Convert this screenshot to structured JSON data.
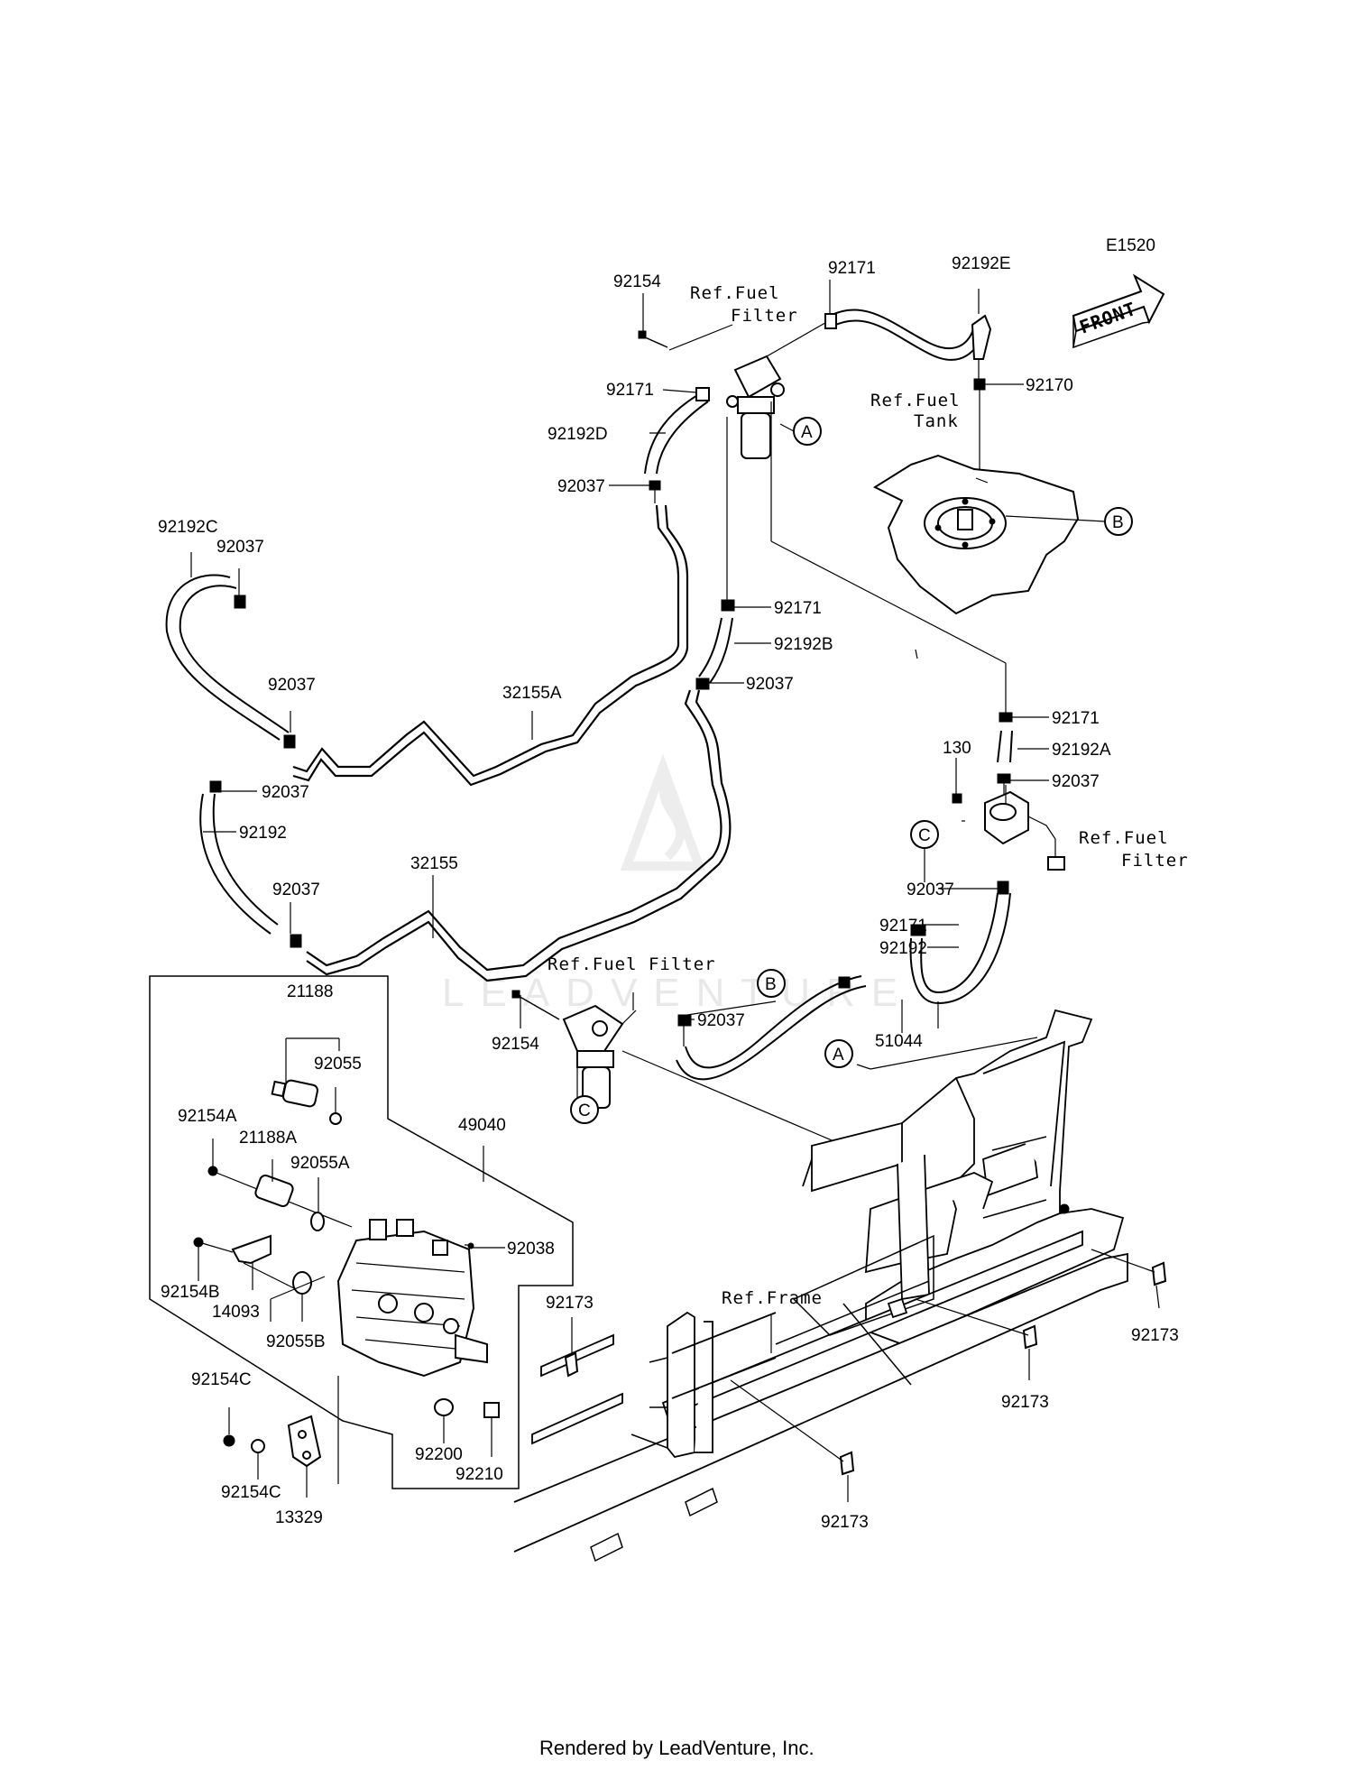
{
  "diagram_code": "E1520",
  "front_label": "FRONT",
  "footer": "Rendered by LeadVenture, Inc.",
  "watermark": "LEADVENTURE",
  "refs": {
    "fuel_filter_top_1": "Ref.Fuel",
    "fuel_filter_top_2": "Filter",
    "fuel_tank_1": "Ref.Fuel",
    "fuel_tank_2": "Tank",
    "fuel_filter_right_1": "Ref.Fuel",
    "fuel_filter_right_2": "Filter",
    "fuel_filter_mid": "Ref.Fuel Filter",
    "frame": "Ref.Frame"
  },
  "markers": {
    "A": "A",
    "B": "B",
    "C": "C"
  },
  "parts": {
    "p92154_top": "92154",
    "p92171_top": "92171",
    "p92192E": "92192E",
    "p92170": "92170",
    "p92171_left": "92171",
    "p92192D": "92192D",
    "p92037_d": "92037",
    "p92192C": "92192C",
    "p92037_c": "92037",
    "p92037_c2": "92037",
    "p32155A": "32155A",
    "p92171_b": "92171",
    "p92192B": "92192B",
    "p92037_b": "92037",
    "p92171_a": "92171",
    "p92192A": "92192A",
    "p130": "130",
    "p92037_a": "92037",
    "p92037_h1": "92037",
    "p92192": "92192",
    "p92037_h2": "92037",
    "p32155": "32155",
    "p92037_r": "92037",
    "p92171_r": "92171",
    "p92192_r": "92192",
    "p92154_mid": "92154",
    "p92037_mid": "92037",
    "p51044": "51044",
    "p21188": "21188",
    "p92055": "92055",
    "p92154A": "92154A",
    "p21188A": "21188A",
    "p92055A": "92055A",
    "p49040": "49040",
    "p92038": "92038",
    "p92154B": "92154B",
    "p14093": "14093",
    "p92055B": "92055B",
    "p92154C": "92154C",
    "p92154C_2": "92154C",
    "p13329": "13329",
    "p92200": "92200",
    "p92210": "92210",
    "p92173_1": "92173",
    "p92173_2": "92173",
    "p92173_3": "92173",
    "p92173_4": "92173"
  }
}
